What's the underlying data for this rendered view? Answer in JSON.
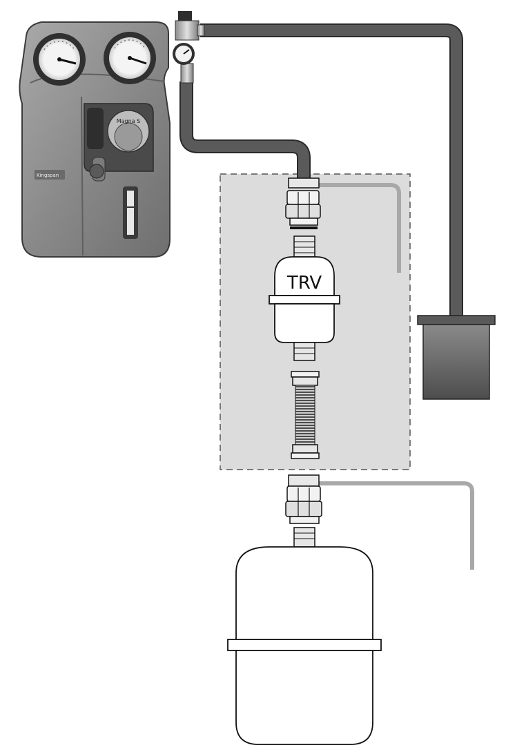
{
  "labels": {
    "trv": "TRV",
    "pump_brand": "Magna S",
    "station_brand": "Kingspan"
  },
  "colors": {
    "pipe": "#5a5a5a",
    "pipe_outline": "#2a2a2a",
    "return_line": "#a8a8a8",
    "panel_fill": "#dcdcdc",
    "panel_border": "#555555",
    "station_body": "#8e8e8e",
    "tank_fill": "#6e6e6e"
  },
  "icons": {
    "gauge_left": "thermometer-gauge-icon",
    "gauge_right": "thermometer-gauge-icon",
    "pressure_gauge": "pressure-gauge-icon",
    "pump": "circulation-pump-icon",
    "flow_meter": "flow-meter-icon",
    "valve": "thermostatic-radiator-valve-icon",
    "vessel": "expansion-vessel-icon",
    "collector": "solar-collector-icon"
  }
}
